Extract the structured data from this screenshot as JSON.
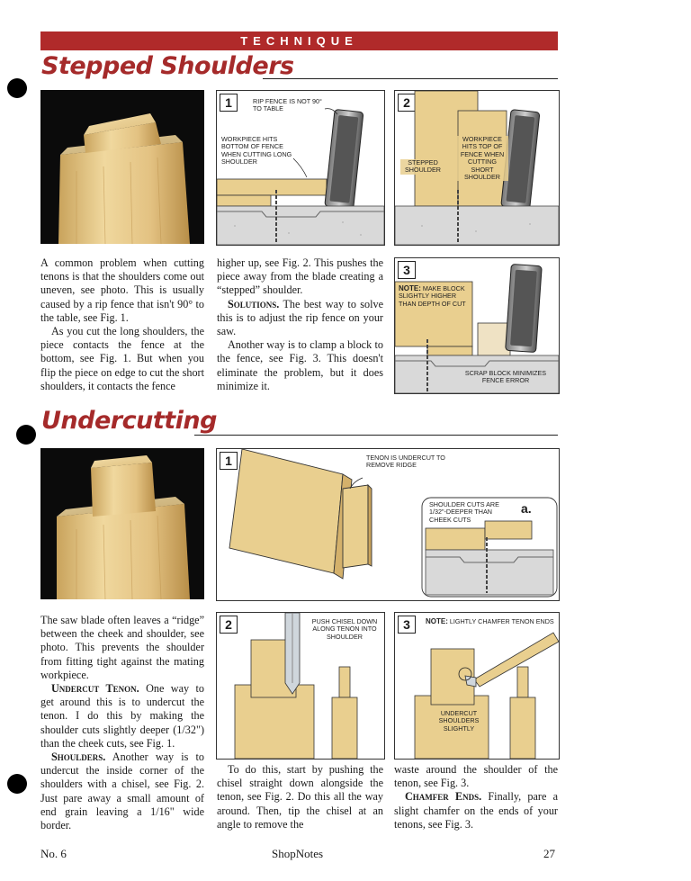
{
  "banner": "TECHNIQUE",
  "section1": {
    "title": "Stepped Shoulders",
    "col1": [
      "A common problem when cutting tenons is that the shoulders come out uneven, see photo. This is usually caused by a rip fence that isn't 90° to the table, see Fig. 1.",
      "As you cut the long shoulders, the piece contacts the fence at the bottom, see Fig. 1. But when you flip the piece on edge to cut the short shoulders, it contacts the fence"
    ],
    "col2_p1": "higher up, see Fig. 2. This pushes the piece away from the blade creating a “stepped” shoulder.",
    "col2_p2_lead": "Solutions.",
    "col2_p2_rest": " The best way to solve this is to adjust the rip fence on your saw.",
    "col2_p3": "Another way is to clamp a block to the fence, see Fig. 3. This doesn't eliminate the problem, but it does minimize it.",
    "fig1": {
      "num": "1",
      "cap_fence": "Rip fence is not 90° to table",
      "cap_work": "Workpiece hits bottom of fence when cutting long shoulder"
    },
    "fig2": {
      "num": "2",
      "cap_work": "Workpiece hits top of fence when cutting short shoulder",
      "cap_step": "Stepped shoulder"
    },
    "fig3": {
      "num": "3",
      "note_lead": "Note:",
      "note_rest": "Make block slightly higher than depth of cut",
      "cap_scrap": "Scrap block minimizes fence error"
    }
  },
  "section2": {
    "title": "Undercutting",
    "col1_p1": "The saw blade often leaves a “ridge” between the cheek and shoulder, see photo. This prevents the shoulder from fitting tight against the mating workpiece.",
    "col1_p2_lead": "Undercut Tenon.",
    "col1_p2_rest": " One way to get around this is to undercut the tenon. I do this by making the shoulder cuts slightly deeper (1/32\") than the cheek cuts, see Fig. 1.",
    "col1_p3_lead": "Shoulders.",
    "col1_p3_rest": " Another way is to undercut the inside corner of the shoulders with a chisel, see Fig. 2. Just pare away a small amount of end grain leaving a 1/16\" wide border.",
    "col2_p1": "To do this, start by pushing the chisel straight down alongside the tenon, see Fig. 2. Do this all the way around. Then, tip the chisel at an angle to remove the",
    "col3_p1": "waste around the shoulder of the tenon, see Fig. 3.",
    "col3_p2_lead": "Chamfer Ends.",
    "col3_p2_rest": " Finally, pare a slight chamfer on the ends of your tenons, see Fig. 3.",
    "fig1": {
      "num": "1",
      "cap_tenon": "Tenon is undercut to remove ridge",
      "detail_letter": "a.",
      "cap_detail": "Shoulder cuts are 1/32\"-deeper than cheek cuts"
    },
    "fig2": {
      "num": "2",
      "cap_push": "Push chisel down along tenon into shoulder"
    },
    "fig3": {
      "num": "3",
      "note_lead": "Note:",
      "note_rest": "Lightly chamfer tenon ends",
      "cap_under": "Undercut shoulders slightly"
    }
  },
  "footer": {
    "issue": "No. 6",
    "magazine": "ShopNotes",
    "page": "27"
  },
  "colors": {
    "banner": "#b02a2a",
    "heading": "#a52a2a",
    "wood": "#e9cf8f",
    "photo_bg": "#0b0b0b"
  }
}
